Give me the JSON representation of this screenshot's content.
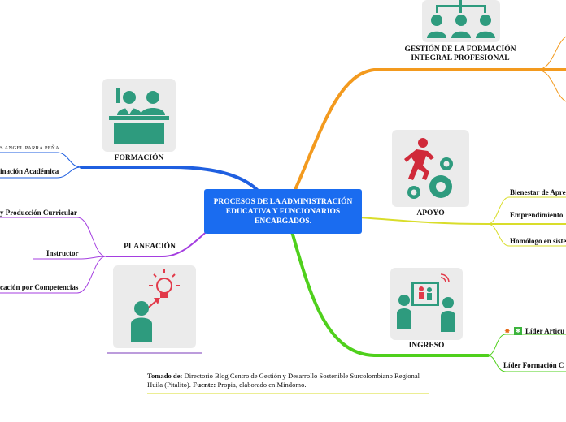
{
  "central": {
    "title": "PROCESOS DE LA ADMINISTRACIÓN EDUCATIVA Y FUNCIONARIOS ENCARGADOS."
  },
  "branches": {
    "gestion": {
      "title_line1": "GESTIÓN DE LA FORMACIÓN",
      "title_line2": "INTEGRAL PROFESIONAL",
      "color": "#f39a1e"
    },
    "formacion": {
      "title": "FORMACIÓN",
      "color": "#1f5fe0",
      "items": [
        "S ANGEL PARRA PEÑA",
        "inación Académica"
      ]
    },
    "planeacion": {
      "title": "PLANEACIÓN",
      "color": "#a43ee0",
      "items": [
        "y Producción Curricular",
        "Instructor",
        "cación por Competencias"
      ]
    },
    "apoyo": {
      "title": "APOYO",
      "color": "#d9dd2a",
      "items": [
        "Bienestar de Apre",
        "Emprendimiento",
        "Homólogo en siste"
      ]
    },
    "ingreso": {
      "title": "INGRESO",
      "color": "#4fd01c",
      "items": [
        "Líder Articu",
        "Líder Formación C"
      ]
    }
  },
  "source": {
    "label1": "Tomado de:",
    "text1": "Directorio Blog Centro de Gestión y Desarrollo Sostenible Surcolombiano Regional Huila (Pitalito).",
    "label2": "Fuente:",
    "text2": "Propia, elaborado en Mindomo."
  },
  "icons": [
    "team-hierarchy-icon",
    "classroom-icon",
    "runner-gears-icon",
    "idea-person-icon",
    "video-meeting-icon",
    "star-badge-icon",
    "check-badge-icon"
  ]
}
